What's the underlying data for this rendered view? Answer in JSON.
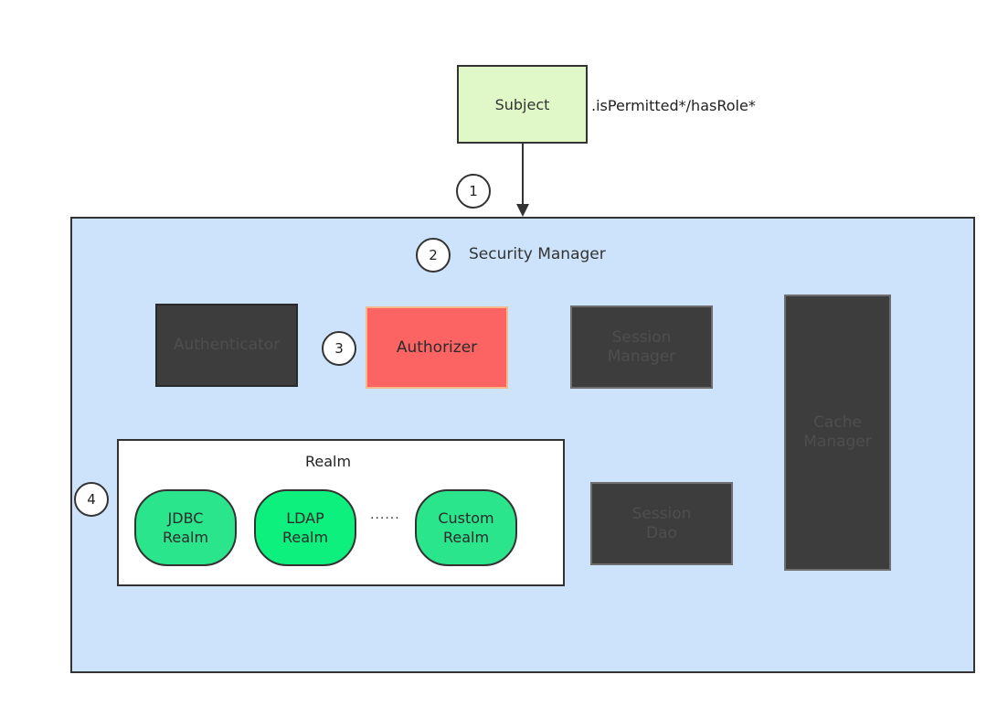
{
  "subject": {
    "label": "Subject",
    "call": ".isPermitted*/hasRole*"
  },
  "steps": [
    "1",
    "2",
    "3",
    "4"
  ],
  "security_manager": {
    "title": "Security Manager",
    "authenticator": "Authenticator",
    "authorizer": "Authorizer",
    "session_manager": {
      "line1": "Session",
      "line2": "Manager"
    },
    "session_dao": {
      "line1": "Session",
      "line2": "Dao"
    },
    "cache_manager": {
      "line1": "Cache",
      "line2": "Manager"
    },
    "realm": {
      "title": "Realm",
      "items": [
        {
          "line1": "JDBC",
          "line2": "Realm"
        },
        {
          "line1": "LDAP",
          "line2": "Realm"
        },
        {
          "line1": "Custom",
          "line2": "Realm"
        }
      ],
      "ellipsis": "......"
    }
  },
  "colors": {
    "subject_fill": "#e0f8c8",
    "manager_fill": "#cce3fb",
    "authorizer_fill": "#fc6464",
    "dark_component": "#3d3d3d",
    "realm_fill": "#2ae58c"
  }
}
